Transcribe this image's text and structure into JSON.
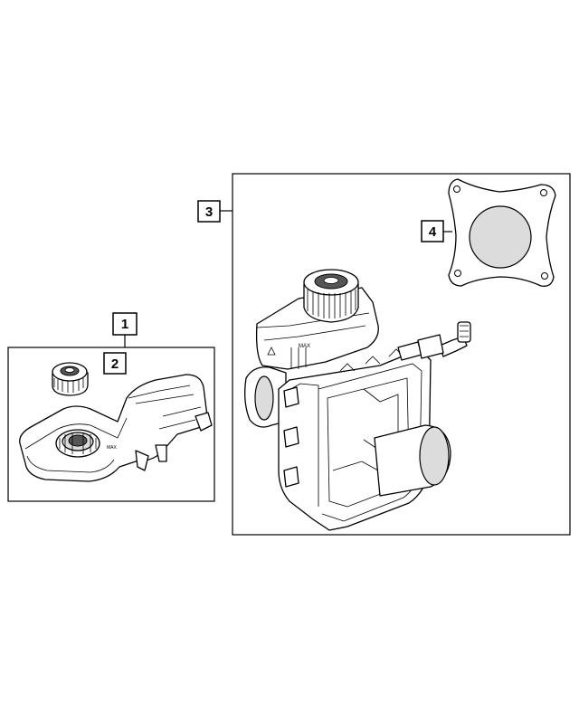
{
  "callouts": {
    "c1": "1",
    "c2": "2",
    "c3": "3",
    "c4": "4"
  },
  "reservoir_marking": "MAX"
}
